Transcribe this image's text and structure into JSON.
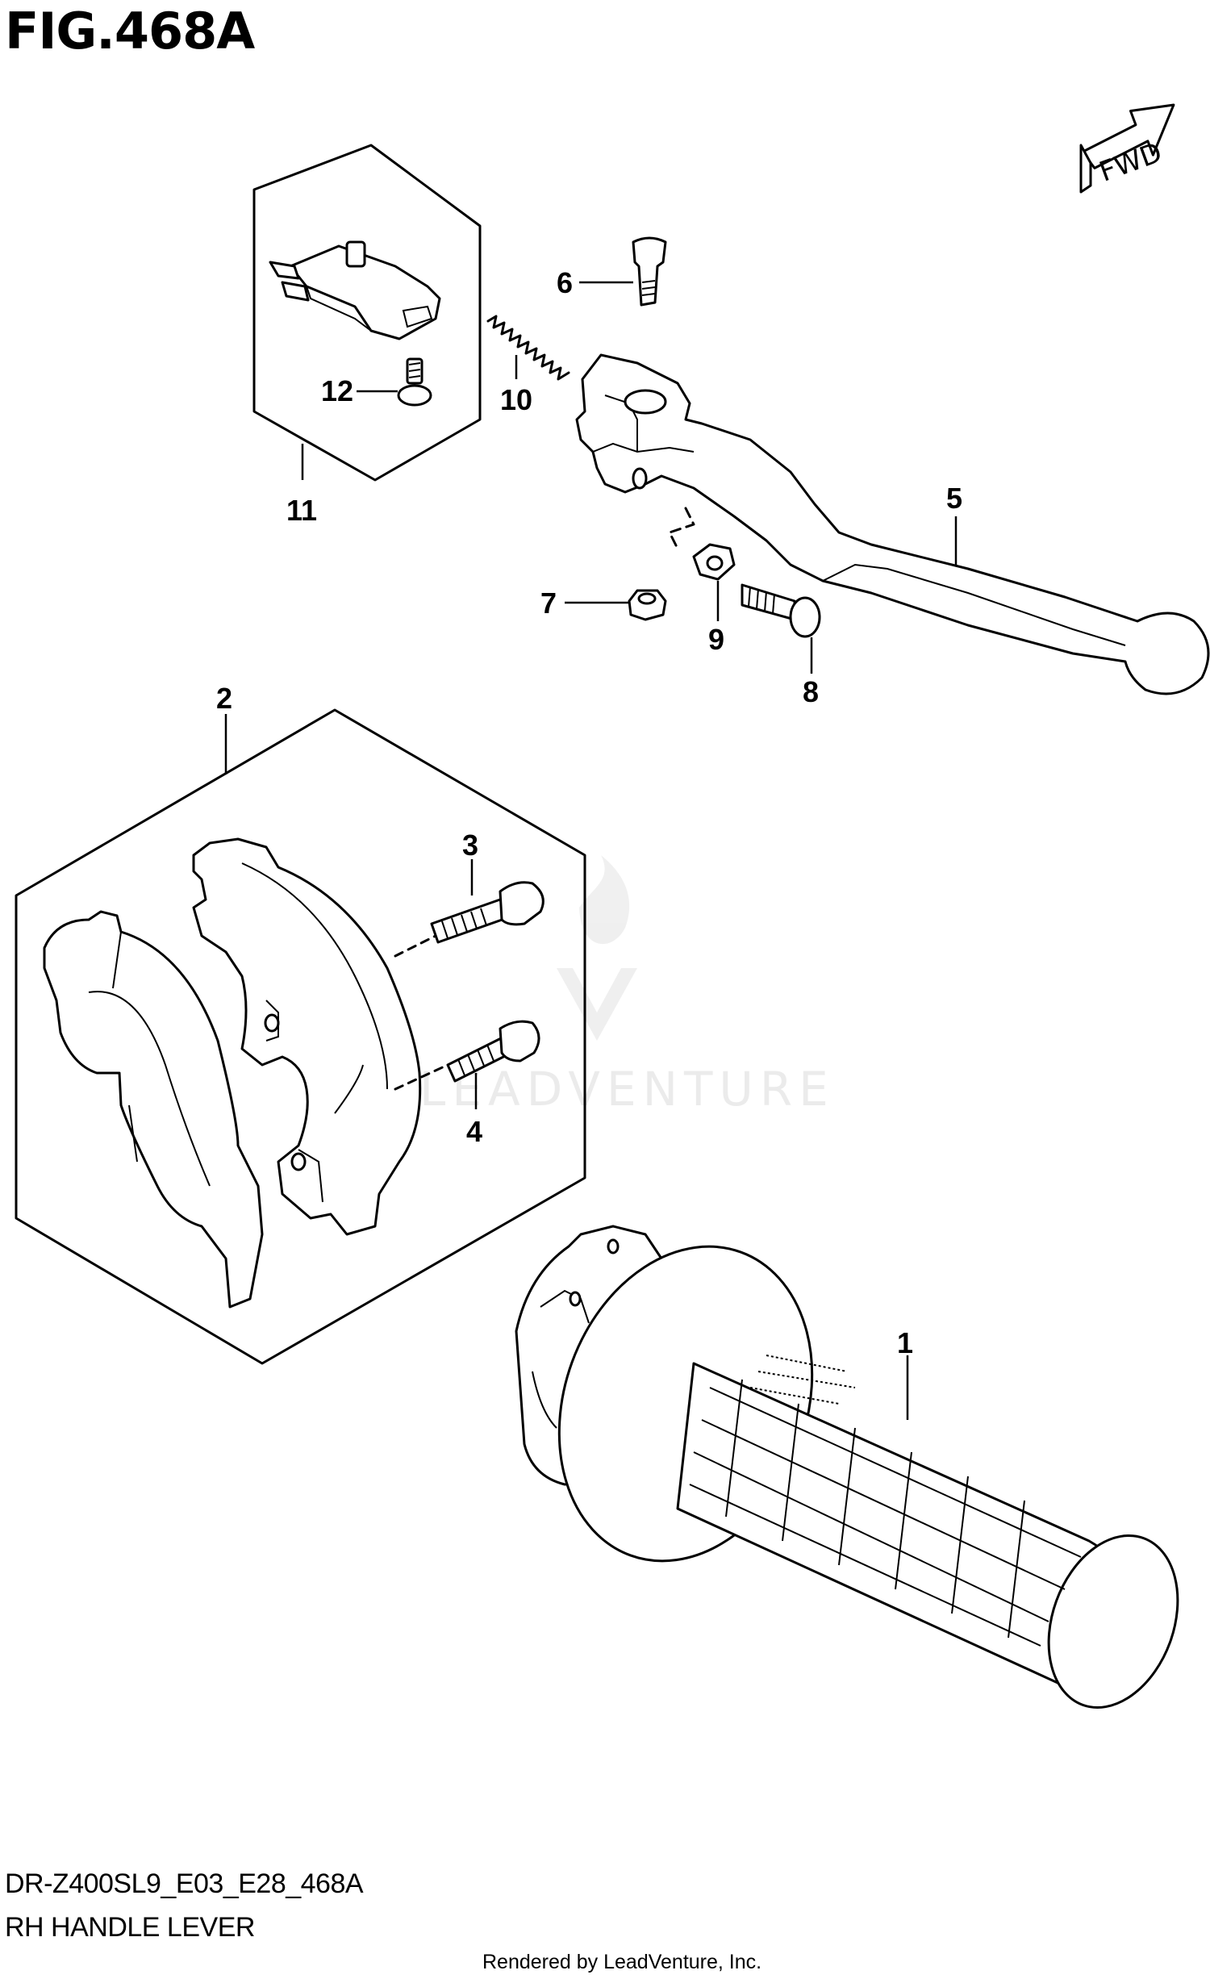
{
  "figure_title": "FIG.468A",
  "fwd_label": "FWD",
  "callouts": [
    "1",
    "2",
    "3",
    "4",
    "5",
    "6",
    "7",
    "8",
    "9",
    "10",
    "11",
    "12"
  ],
  "model_code": "DR-Z400SL9_E03_E28_468A",
  "diagram_name": "RH HANDLE LEVER",
  "rendered_by": "Rendered by LeadVenture, Inc.",
  "watermark_text": "LEADVENTURE"
}
